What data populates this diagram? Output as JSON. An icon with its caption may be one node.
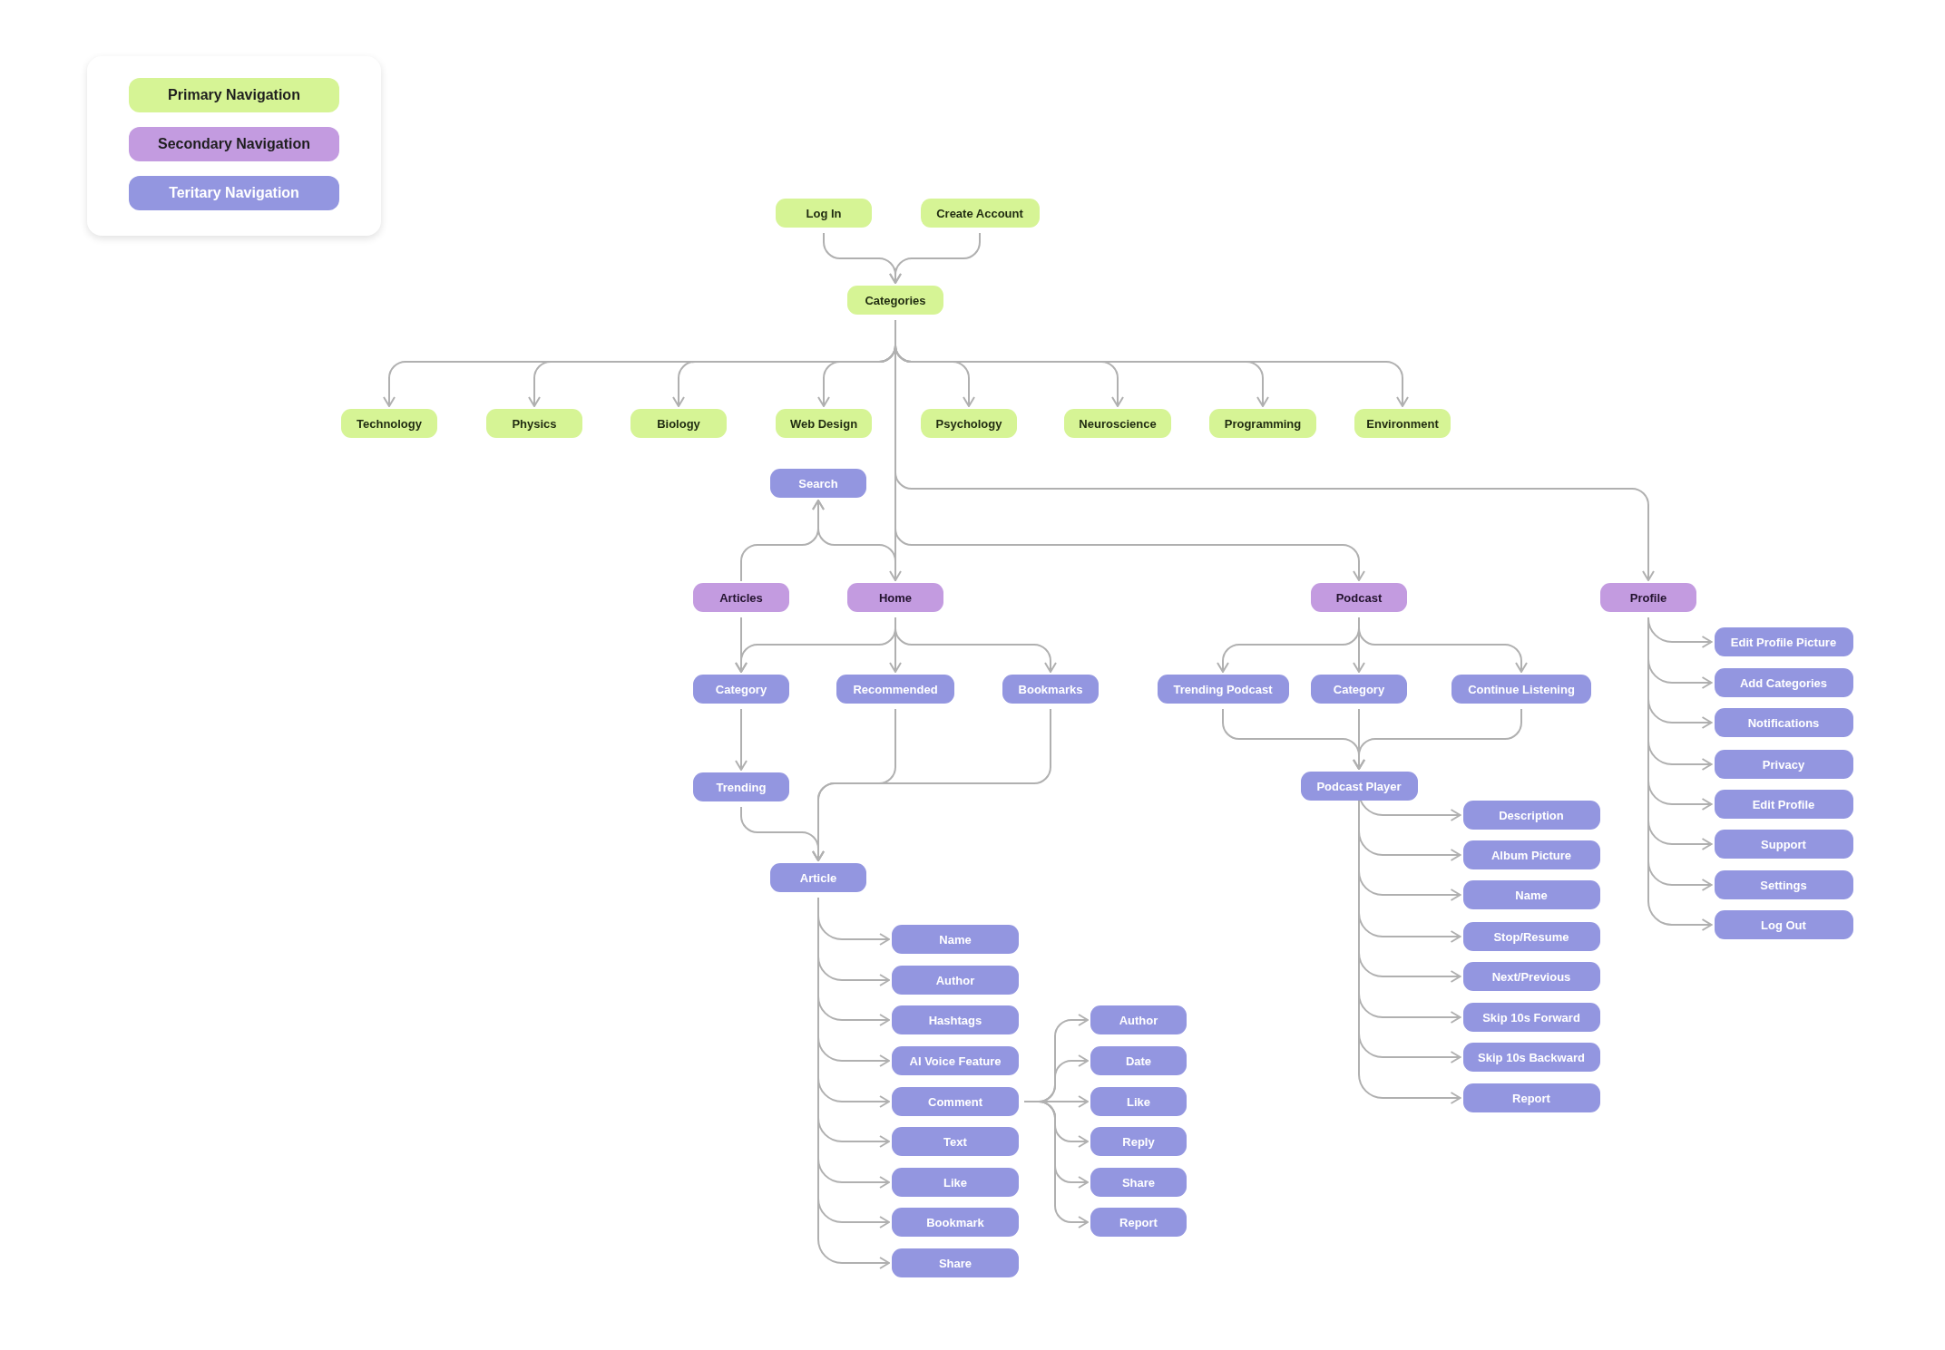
{
  "diagram": {
    "nodes": [
      {
        "text": [
          "Log In"
        ]
      },
      {
        "text": [
          "Create Account"
        ]
      },
      {
        "text": [
          "Categories"
        ]
      },
      {
        "text": [
          "Technology"
        ]
      },
      {
        "text": [
          "Physics"
        ]
      },
      {
        "text": [
          "Biology"
        ]
      },
      {
        "text": [
          "Web Design"
        ]
      },
      {
        "text": [
          "Psychology"
        ]
      },
      {
        "text": [
          "Neuroscience"
        ]
      },
      {
        "text": [
          "Programming"
        ]
      },
      {
        "text": [
          "Environment"
        ]
      },
      {
        "text": [
          "Search"
        ]
      },
      {
        "text": [
          "Articles"
        ]
      },
      {
        "text": [
          "Home"
        ]
      },
      {
        "text": [
          "Podcast"
        ]
      },
      {
        "text": [
          "Profile"
        ]
      },
      {
        "text": [
          "Category"
        ]
      },
      {
        "text": [
          "Recommended"
        ]
      },
      {
        "text": [
          "Bookmarks"
        ]
      },
      {
        "text": [
          "Trending Podcast"
        ]
      },
      {
        "text": [
          "Category"
        ]
      },
      {
        "text": [
          "Continue Listening"
        ]
      },
      {
        "text": [
          "Trending"
        ]
      },
      {
        "text": [
          "Podcast Player"
        ]
      },
      {
        "text": [
          "Article"
        ]
      },
      {
        "text": [
          "Name"
        ]
      },
      {
        "text": [
          "Author"
        ]
      },
      {
        "text": [
          "Hashtags"
        ]
      },
      {
        "text": [
          "AI Voice Feature"
        ]
      },
      {
        "text": [
          "Comment"
        ]
      },
      {
        "text": [
          "Text"
        ]
      },
      {
        "text": [
          "Like"
        ]
      },
      {
        "text": [
          "Bookmark"
        ]
      },
      {
        "text": [
          "Share"
        ]
      },
      {
        "text": [
          "Author"
        ]
      },
      {
        "text": [
          "Date"
        ]
      },
      {
        "text": [
          "Like"
        ]
      },
      {
        "text": [
          "Reply"
        ]
      },
      {
        "text": [
          "Share"
        ]
      },
      {
        "text": [
          "Report"
        ]
      },
      {
        "text": [
          "Description"
        ]
      },
      {
        "text": [
          "Album Picture"
        ]
      },
      {
        "text": [
          "Name"
        ]
      },
      {
        "text": [
          "Stop/Resume"
        ]
      },
      {
        "text": [
          "Next/Previous"
        ]
      },
      {
        "text": [
          "Skip 10s Forward"
        ]
      },
      {
        "text": [
          "Skip 10s Backward"
        ]
      },
      {
        "text": [
          "Report"
        ]
      },
      {
        "text": [
          "Edit Profile Picture"
        ]
      },
      {
        "text": [
          "Add Categories"
        ]
      },
      {
        "text": [
          "Notifications"
        ]
      },
      {
        "text": [
          "Privacy"
        ]
      },
      {
        "text": [
          "Edit Profile"
        ]
      },
      {
        "text": [
          "Support"
        ]
      },
      {
        "text": [
          "Settings"
        ]
      },
      {
        "text": [
          "Log Out"
        ]
      }
    ],
    "edges": [
      {
        "from": 0,
        "to": 2,
        "arrow": "to"
      },
      {
        "from": 1,
        "to": 2,
        "arrow": "to"
      },
      {
        "from": 2,
        "to": 3,
        "arrow": "to"
      },
      {
        "from": 2,
        "to": 4,
        "arrow": "to"
      },
      {
        "from": 2,
        "to": 5,
        "arrow": "to"
      },
      {
        "from": 2,
        "to": 6,
        "arrow": "to"
      },
      {
        "from": 2,
        "to": 7,
        "arrow": "to"
      },
      {
        "from": 2,
        "to": 8,
        "arrow": "to"
      },
      {
        "from": 2,
        "to": 9,
        "arrow": "to"
      },
      {
        "from": 2,
        "to": 10,
        "arrow": "to"
      },
      {
        "from": 2,
        "to": 13,
        "arrow": "to"
      },
      {
        "from": 2,
        "to": 14,
        "arrow": "to"
      },
      {
        "from": 2,
        "to": 15,
        "arrow": "to"
      },
      {
        "from": 12,
        "to": 11,
        "arrow": "to"
      },
      {
        "from": 13,
        "to": 11,
        "arrow": "to"
      },
      {
        "from": 12,
        "to": 16,
        "arrow": "to"
      },
      {
        "from": 13,
        "to": 16,
        "arrow": "to"
      },
      {
        "from": 13,
        "to": 17,
        "arrow": "to"
      },
      {
        "from": 13,
        "to": 18,
        "arrow": "to"
      },
      {
        "from": 16,
        "to": 22,
        "arrow": "to"
      },
      {
        "from": 22,
        "to": 24,
        "arrow": "to"
      },
      {
        "from": 17,
        "to": 24,
        "arrow": "to"
      },
      {
        "from": 18,
        "to": 24,
        "arrow": "to"
      },
      {
        "from": 14,
        "to": 19,
        "arrow": "to"
      },
      {
        "from": 14,
        "to": 20,
        "arrow": "to"
      },
      {
        "from": 14,
        "to": 21,
        "arrow": "to"
      },
      {
        "from": 19,
        "to": 23,
        "arrow": "to"
      },
      {
        "from": 20,
        "to": 23,
        "arrow": "to"
      },
      {
        "from": 21,
        "to": 23,
        "arrow": "to"
      },
      {
        "from": 24,
        "to": 25,
        "arrow": "to"
      },
      {
        "from": 24,
        "to": 26,
        "arrow": "to"
      },
      {
        "from": 24,
        "to": 27,
        "arrow": "to"
      },
      {
        "from": 24,
        "to": 28,
        "arrow": "to"
      },
      {
        "from": 24,
        "to": 29,
        "arrow": "to"
      },
      {
        "from": 24,
        "to": 30,
        "arrow": "to"
      },
      {
        "from": 24,
        "to": 31,
        "arrow": "to"
      },
      {
        "from": 24,
        "to": 32,
        "arrow": "to"
      },
      {
        "from": 24,
        "to": 33,
        "arrow": "to"
      },
      {
        "from": 29,
        "to": 34,
        "arrow": "to"
      },
      {
        "from": 29,
        "to": 35,
        "arrow": "to"
      },
      {
        "from": 29,
        "to": 36,
        "arrow": "to"
      },
      {
        "from": 29,
        "to": 37,
        "arrow": "to"
      },
      {
        "from": 29,
        "to": 38,
        "arrow": "to"
      },
      {
        "from": 29,
        "to": 39,
        "arrow": "to"
      },
      {
        "from": 23,
        "to": 40,
        "arrow": "to"
      },
      {
        "from": 23,
        "to": 41,
        "arrow": "to"
      },
      {
        "from": 23,
        "to": 42,
        "arrow": "to"
      },
      {
        "from": 23,
        "to": 43,
        "arrow": "to"
      },
      {
        "from": 23,
        "to": 44,
        "arrow": "to"
      },
      {
        "from": 23,
        "to": 45,
        "arrow": "to"
      },
      {
        "from": 23,
        "to": 46,
        "arrow": "to"
      },
      {
        "from": 23,
        "to": 47,
        "arrow": "to"
      },
      {
        "from": 15,
        "to": 48,
        "arrow": "to"
      },
      {
        "from": 15,
        "to": 49,
        "arrow": "to"
      },
      {
        "from": 15,
        "to": 50,
        "arrow": "to"
      },
      {
        "from": 15,
        "to": 51,
        "arrow": "to"
      },
      {
        "from": 15,
        "to": 52,
        "arrow": "to"
      },
      {
        "from": 15,
        "to": 53,
        "arrow": "to"
      },
      {
        "from": 15,
        "to": 54,
        "arrow": "to"
      },
      {
        "from": 15,
        "to": 55,
        "arrow": "to"
      }
    ],
    "legend": [
      {
        "text": "Primary Navigation",
        "color": "#d6f495"
      },
      {
        "text": "Secondary Navigation",
        "color": "#c39be0"
      },
      {
        "text": "Teritary Navigation",
        "color": "#9396e0"
      }
    ]
  }
}
